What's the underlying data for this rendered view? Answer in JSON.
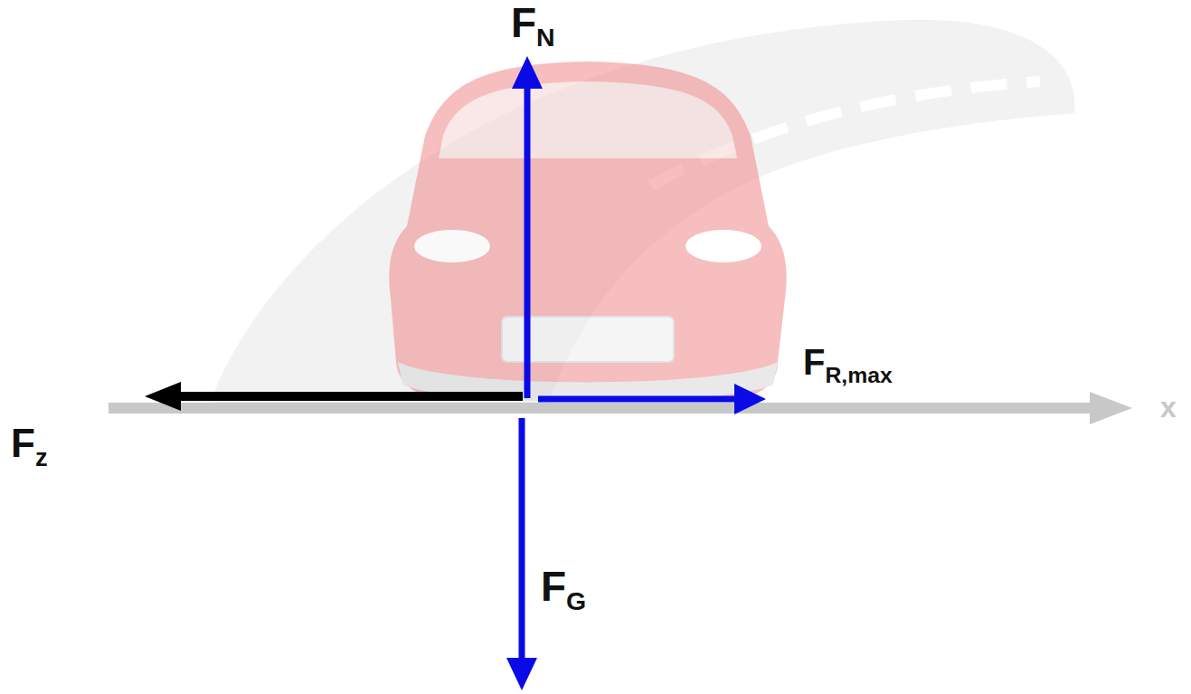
{
  "diagram": {
    "labels": [
      "FN",
      "FR,max",
      "Fz",
      "FG",
      "x"
    ]
  }
}
